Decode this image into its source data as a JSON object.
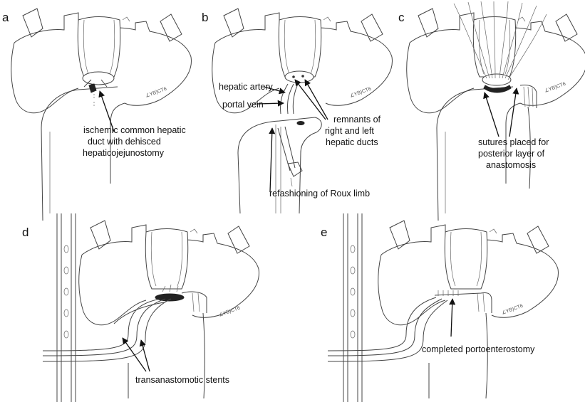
{
  "figure": {
    "panels": [
      {
        "letter": "a",
        "labels": [
          "ischemic common hepatic",
          "duct with dehisced",
          "hepaticojejunostomy"
        ]
      },
      {
        "letter": "b",
        "labels": [
          "hepatic artery",
          "portal vein",
          "remnants of",
          "right and left",
          "hepatic ducts",
          "refashioning of Roux limb"
        ]
      },
      {
        "letter": "c",
        "labels": [
          "sutures placed for",
          "posterior layer of",
          "anastomosis"
        ]
      },
      {
        "letter": "d",
        "labels": [
          "transanastomotic stents"
        ]
      },
      {
        "letter": "e",
        "labels": [
          "completed portoenterostomy"
        ]
      }
    ],
    "artist_signature": "∠YB)CT6"
  }
}
